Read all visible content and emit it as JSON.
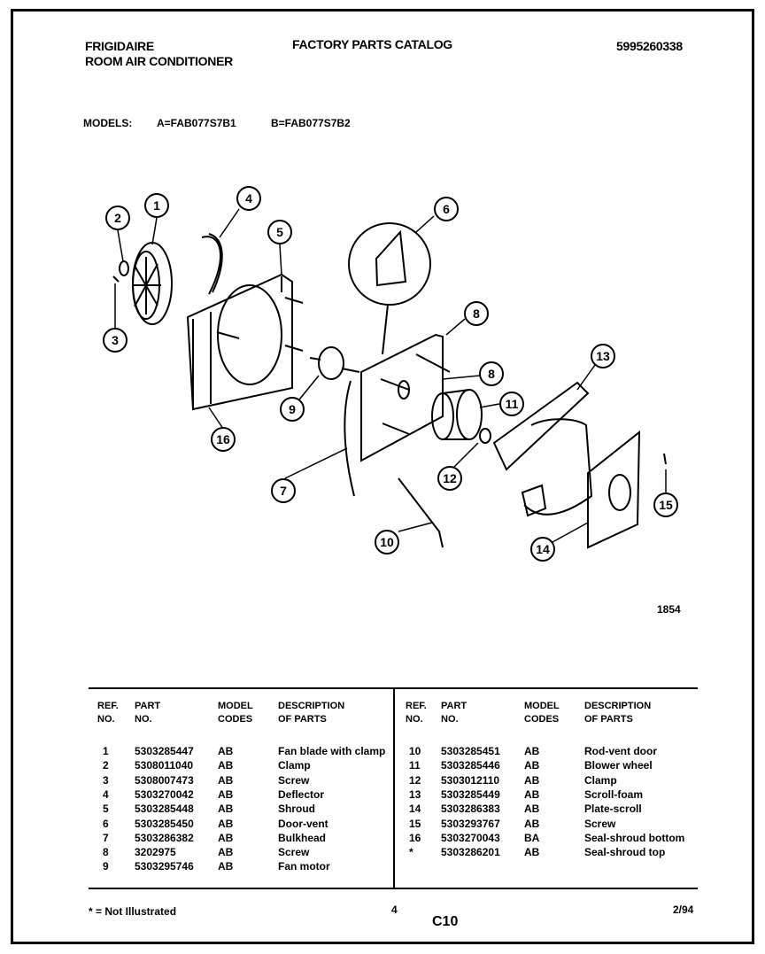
{
  "header": {
    "brand": "FRIGIDAIRE",
    "product": "ROOM AIR CONDITIONER",
    "catalog": "FACTORY PARTS CATALOG",
    "catalog_no": "5995260338"
  },
  "models": {
    "label": "MODELS:",
    "a": "A=FAB077S7B1",
    "b": "B=FAB077S7B2"
  },
  "diagram": {
    "figure_no": "1854",
    "callouts": [
      "1",
      "2",
      "3",
      "4",
      "5",
      "6",
      "7",
      "8",
      "9",
      "10",
      "11",
      "12",
      "13",
      "14",
      "15",
      "16",
      "8"
    ]
  },
  "table": {
    "headers": {
      "ref": "REF.",
      "ref2": "NO.",
      "part": "PART",
      "part2": "NO.",
      "model": "MODEL",
      "model2": "CODES",
      "desc": "DESCRIPTION",
      "desc2": "OF PARTS"
    },
    "left_rows": [
      {
        "ref": "1",
        "part": "5303285447",
        "codes": "AB",
        "desc": "Fan blade with clamp"
      },
      {
        "ref": "2",
        "part": "5308011040",
        "codes": "AB",
        "desc": "Clamp"
      },
      {
        "ref": "3",
        "part": "5308007473",
        "codes": "AB",
        "desc": "Screw"
      },
      {
        "ref": "4",
        "part": "5303270042",
        "codes": "AB",
        "desc": "Deflector"
      },
      {
        "ref": "5",
        "part": "5303285448",
        "codes": "AB",
        "desc": "Shroud"
      },
      {
        "ref": "6",
        "part": "5303285450",
        "codes": "AB",
        "desc": "Door-vent"
      },
      {
        "ref": "7",
        "part": "5303286382",
        "codes": "AB",
        "desc": "Bulkhead"
      },
      {
        "ref": "8",
        "part": "3202975",
        "codes": "AB",
        "desc": "Screw"
      },
      {
        "ref": "9",
        "part": "5303295746",
        "codes": "AB",
        "desc": "Fan motor"
      }
    ],
    "right_rows": [
      {
        "ref": "10",
        "part": "5303285451",
        "codes": "AB",
        "desc": "Rod-vent door"
      },
      {
        "ref": "11",
        "part": "5303285446",
        "codes": "AB",
        "desc": "Blower wheel"
      },
      {
        "ref": "12",
        "part": "5303012110",
        "codes": "AB",
        "desc": "Clamp"
      },
      {
        "ref": "13",
        "part": "5303285449",
        "codes": "AB",
        "desc": "Scroll-foam"
      },
      {
        "ref": "14",
        "part": "5303286383",
        "codes": "AB",
        "desc": "Plate-scroll"
      },
      {
        "ref": "15",
        "part": "5303293767",
        "codes": "AB",
        "desc": "Screw"
      },
      {
        "ref": "16",
        "part": "5303270043",
        "codes": "BA",
        "desc": "Seal-shroud bottom"
      },
      {
        "ref": "*",
        "part": "5303286201",
        "codes": "AB",
        "desc": "Seal-shroud top"
      }
    ]
  },
  "footer": {
    "note": "* = Not Illustrated",
    "page": "4",
    "section": "C10",
    "date": "2/94"
  }
}
